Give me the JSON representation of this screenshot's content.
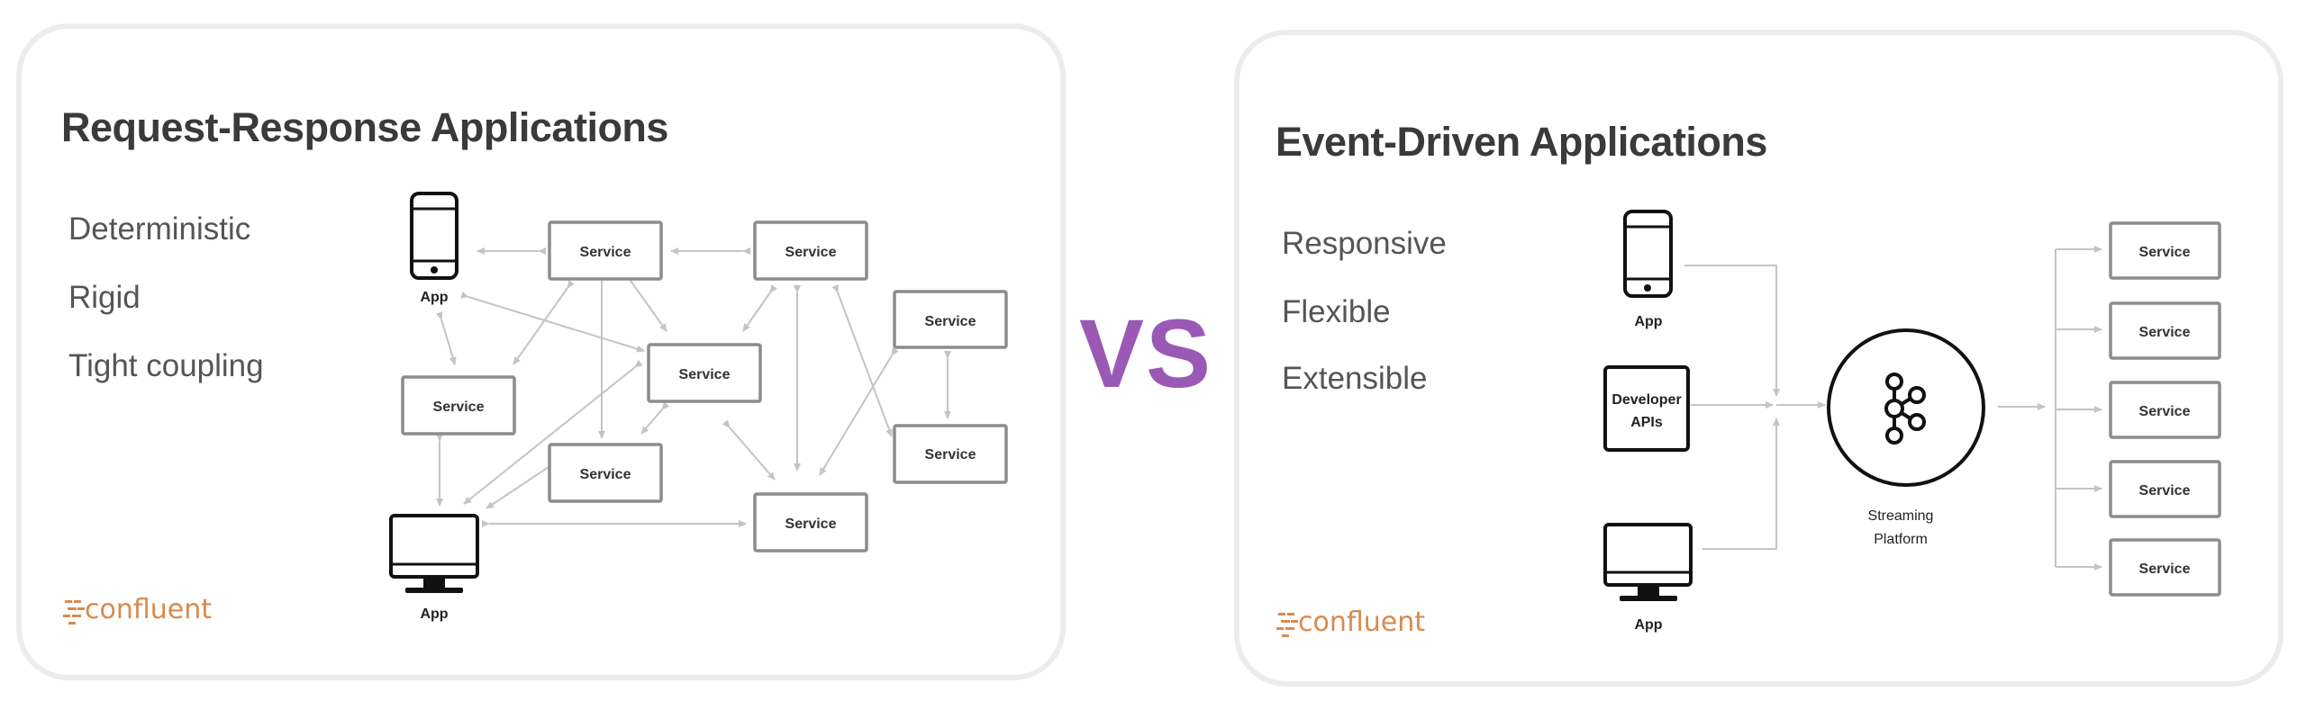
{
  "left": {
    "title": "Request-Response Applications",
    "attributes": [
      "Deterministic",
      "Rigid",
      "Tight coupling"
    ],
    "app_label": "App",
    "service_label": "Service",
    "logo_text": "confluent"
  },
  "vs_text": "VS",
  "vs_color": "#9b59b6",
  "right": {
    "title": "Event-Driven Applications",
    "attributes": [
      "Responsive",
      "Flexible",
      "Extensible"
    ],
    "app_label": "App",
    "developer_label_line1": "Developer",
    "developer_label_line2": "APIs",
    "platform_label_line1": "Streaming",
    "platform_label_line2": "Platform",
    "service_label": "Service",
    "logo_text": "confluent"
  },
  "colors": {
    "logo": "#d98a4e",
    "title": "#3a3a3a",
    "box_stroke": "#8c8c8c"
  },
  "icons": [
    "phone-icon",
    "desktop-icon",
    "kafka-icon",
    "confluent-logo-icon"
  ]
}
